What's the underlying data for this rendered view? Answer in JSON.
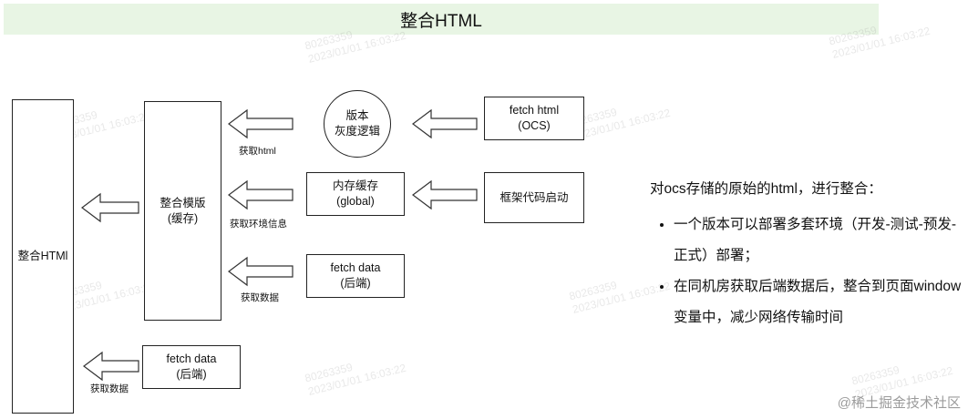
{
  "header": {
    "title": "整合HTML"
  },
  "nodes": {
    "integrate_html": "整合HTMl",
    "integrate_template": [
      "整合模版",
      "(缓存)"
    ],
    "version_logic": [
      "版本",
      "灰度逻辑"
    ],
    "memory_cache": [
      "内存缓存",
      "(global)"
    ],
    "fetch_data_mid": [
      "fetch data",
      "(后端)"
    ],
    "fetch_html": [
      "fetch html",
      "(OCS)"
    ],
    "framework_start": "框架代码启动",
    "fetch_data_bottom": [
      "fetch data",
      "(后端)"
    ]
  },
  "arrows": {
    "get_html": "获取html",
    "get_env": "获取环境信息",
    "get_data_mid": "获取数据",
    "get_data_bottom": "获取数据"
  },
  "notes": {
    "heading": "对ocs存储的原始的html，进行整合：",
    "bullets": [
      "一个版本可以部署多套环境（开发-测试-预发-正式）部署；",
      "在同机房获取后端数据后，整合到页面window变量中，减少网络传输时间"
    ]
  },
  "credit": "@稀土掘金技术社区",
  "watermark": {
    "id": "80263359",
    "date": "2023/01/01 16:03:22"
  }
}
